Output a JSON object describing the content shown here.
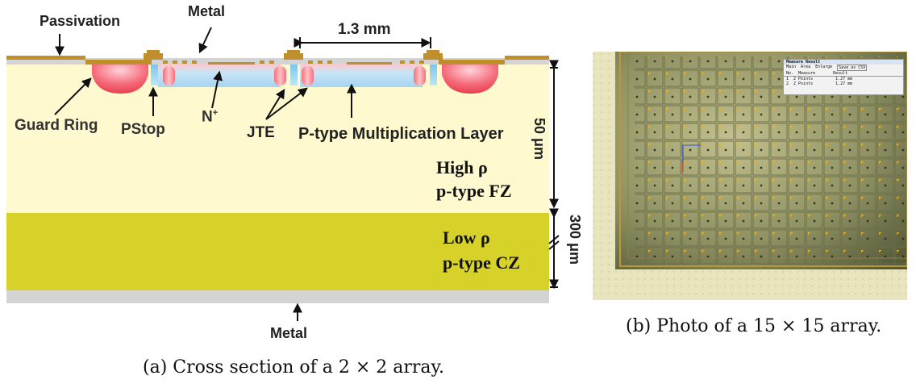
{
  "panel_a": {
    "labels": {
      "passivation": "Passivation",
      "metal_top": "Metal",
      "width": "1.3 mm",
      "guard_ring": "Guard Ring",
      "pstop": "PStop",
      "n_plus": "N",
      "n_plus_sup": "+",
      "jte": "JTE",
      "multiplication_layer": "P-type Multiplication Layer",
      "thickness_top": "50 μm",
      "high_rho_line1": "High ρ",
      "high_rho_line2": "p-type FZ",
      "thickness_bottom": "300 μm",
      "low_rho_line1": "Low ρ",
      "low_rho_line2": "p-type CZ",
      "metal_bottom": "Metal"
    },
    "caption": "(a) Cross section of a 2 × 2 array.",
    "colors": {
      "fz_layer": "#fef9cf",
      "cz_layer": "#d6d22a",
      "metal": "#d4d4d4",
      "passivation": "#bf8f2e",
      "n_plus": "#b7dcf3",
      "jte": "#f0555f",
      "pstop": "#8fd0ef"
    }
  },
  "panel_b": {
    "caption": "(b) Photo of a 15 × 15 array.",
    "measure_panel": {
      "title": "Measure Result",
      "tabs": [
        "Main",
        "Area",
        "Enlarge",
        "Save as CSV"
      ],
      "headers": [
        "No.",
        "Measure",
        "Result"
      ],
      "rows": [
        [
          "1",
          "2 Points",
          "1.27 mm"
        ],
        [
          "2",
          "2 Points",
          "1.27 mm"
        ]
      ]
    }
  }
}
